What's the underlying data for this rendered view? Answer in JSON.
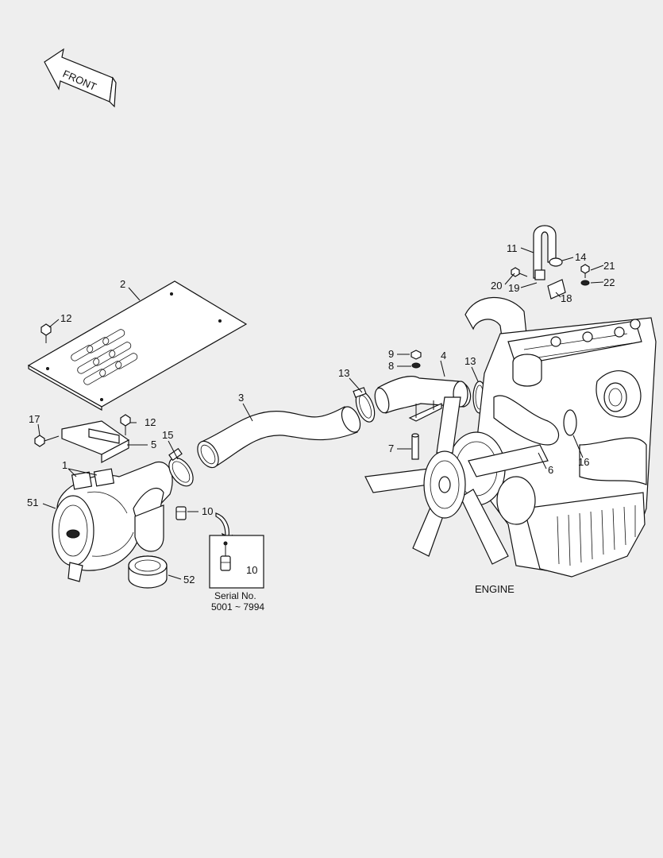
{
  "front_label": "FRONT",
  "engine_label": "ENGINE",
  "inset": {
    "serial_label": "Serial No.",
    "serial_range": "5001 ~ 7994",
    "part_no": "10"
  },
  "callouts": [
    "1",
    "2",
    "3",
    "4",
    "5",
    "6",
    "7",
    "8",
    "9",
    "10",
    "10",
    "11",
    "12",
    "12",
    "13",
    "13",
    "14",
    "15",
    "16",
    "17",
    "18",
    "19",
    "20",
    "21",
    "22",
    "51",
    "52"
  ]
}
